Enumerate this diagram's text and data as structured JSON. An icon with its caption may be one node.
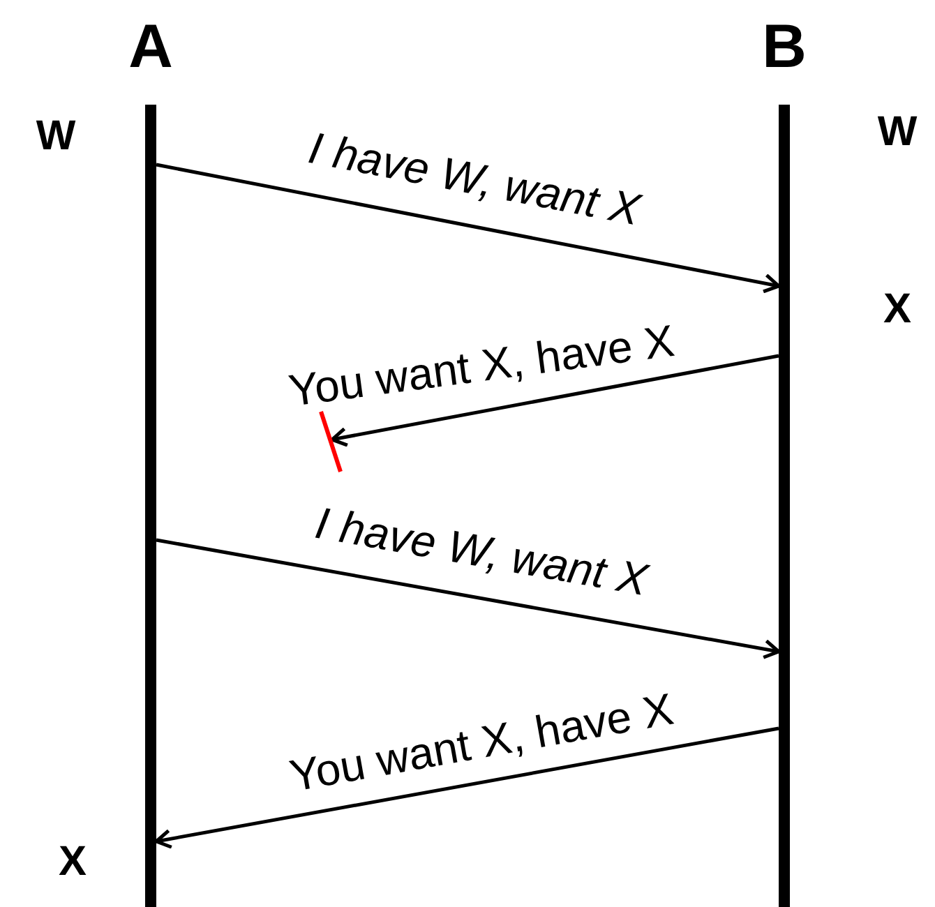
{
  "diagram": {
    "nodes": [
      {
        "text": [
          "A"
        ]
      },
      {
        "text": [
          "B"
        ]
      }
    ],
    "edges": [
      {
        "from": 0,
        "to": 1,
        "arrow": "to",
        "label": "I have W, want X"
      },
      {
        "from": 1,
        "to": null,
        "arrow": "to",
        "label": "You want X, have X"
      },
      {
        "from": 0,
        "to": 1,
        "arrow": "to",
        "label": "I have W, want X"
      },
      {
        "from": 1,
        "to": 0,
        "arrow": "to",
        "label": "You want X, have X"
      }
    ],
    "labels": [
      "W",
      "W",
      "X",
      "X"
    ]
  }
}
